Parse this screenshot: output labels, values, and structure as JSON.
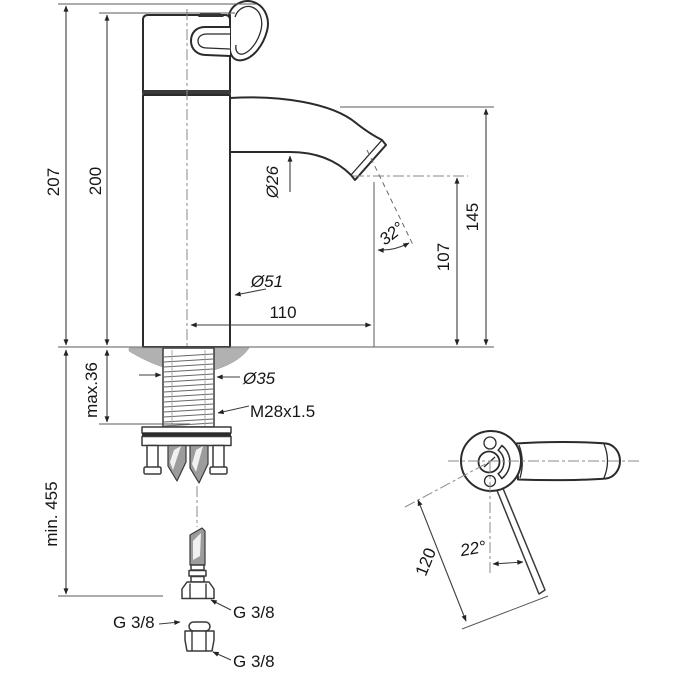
{
  "meta": {
    "view_type": "technical dimension drawing",
    "subject": "single-hole pillar tap with separate lever-handle detail"
  },
  "front_view": {
    "labels": {
      "total_height": "207",
      "height_to_body_top": "200",
      "min_hose_length": "min. 455",
      "max_mounting_thickness": "max.36",
      "spout_tube_diameter": "Ø26",
      "body_diameter": "Ø51",
      "spout_projection": "110",
      "outlet_angle": "32°",
      "outlet_height": "107",
      "spout_top_height": "145",
      "mounting_hole_diameter": "Ø35",
      "shank_thread": "M28x1.5",
      "supply_threads": [
        "G 3/8",
        "G 3/8",
        "G 3/8"
      ]
    }
  },
  "handle_detail_view": {
    "labels": {
      "lever_length": "120",
      "lever_tilt_angle": "22°"
    }
  },
  "style": {
    "line_color": "#2b2b2b",
    "dimension_color": "#3d3d3d",
    "cut_fill_gray": "#b1b1b1",
    "background": "#ffffff"
  }
}
